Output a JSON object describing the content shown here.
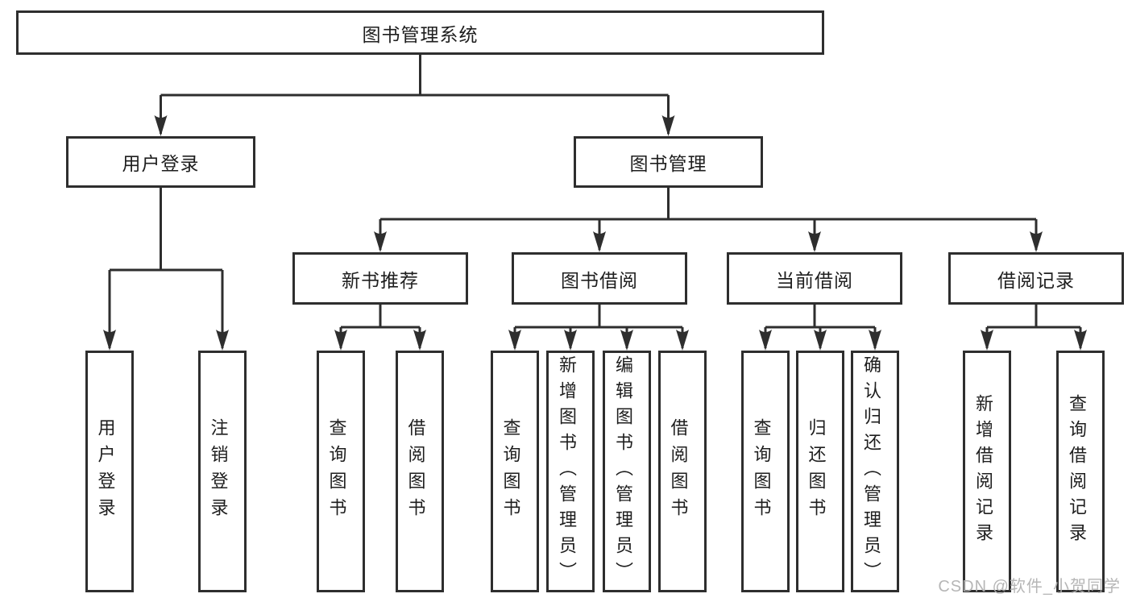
{
  "colors": {
    "line": "#2e2e2e",
    "text": "#1e1e1e",
    "background": "#ffffff",
    "watermark": "#b0b0b0"
  },
  "tree": {
    "root": {
      "label": "图书管理系统"
    },
    "branches": [
      {
        "label": "用户登录",
        "children": [
          {
            "label": "用户登录"
          },
          {
            "label": "注销登录"
          }
        ]
      },
      {
        "label": "图书管理",
        "children": [
          {
            "label": "新书推荐",
            "children": [
              {
                "label": "查询图书"
              },
              {
                "label": "借阅图书"
              }
            ]
          },
          {
            "label": "图书借阅",
            "children": [
              {
                "label": "查询图书"
              },
              {
                "label": "新增图书（管理员）"
              },
              {
                "label": "编辑图书（管理员）"
              },
              {
                "label": "借阅图书"
              }
            ]
          },
          {
            "label": "当前借阅",
            "children": [
              {
                "label": "查询图书"
              },
              {
                "label": "归还图书"
              },
              {
                "label": "确认归还（管理员）"
              }
            ]
          },
          {
            "label": "借阅记录",
            "children": [
              {
                "label": "新增借阅记录"
              },
              {
                "label": "查询借阅记录"
              }
            ]
          }
        ]
      }
    ]
  },
  "watermark": {
    "text": "CSDN @软件_小贺同学"
  }
}
